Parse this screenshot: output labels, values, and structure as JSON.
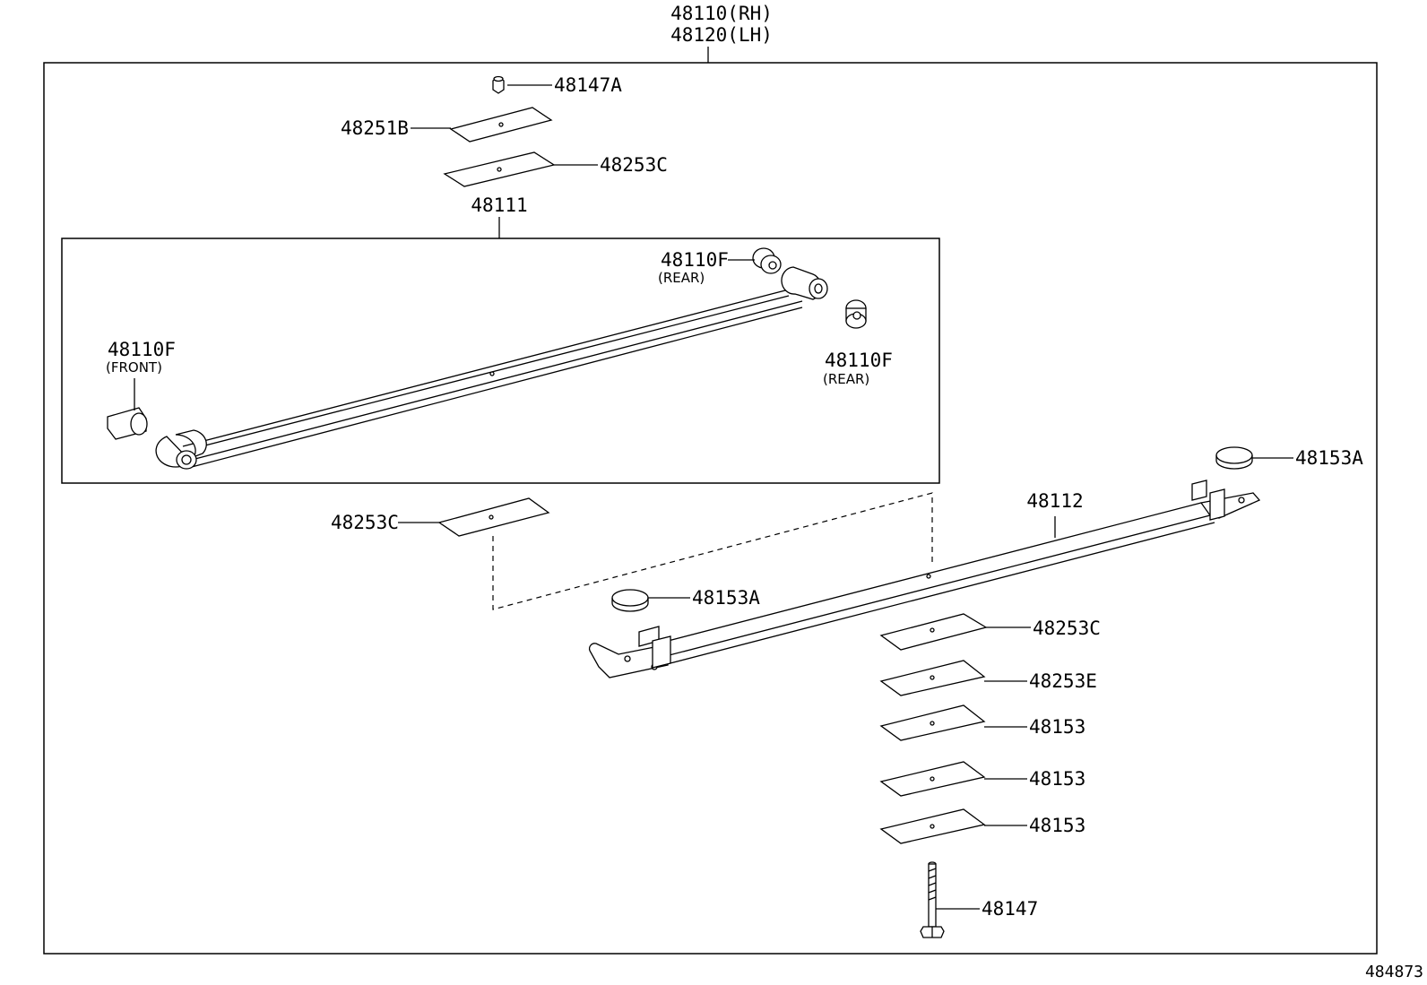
{
  "assembly": {
    "rh": "48110(RH)",
    "lh": "48120(LH)"
  },
  "labels": {
    "nut_top": "48147A",
    "plate_top": "48251B",
    "liner_top": "48253C",
    "leaf_main": "48111",
    "bush_rear_upper": "48110F",
    "bush_rear_upper_note": "(REAR)",
    "bush_rear_lower": "48110F",
    "bush_rear_lower_note": "(REAR)",
    "bush_front": "48110F",
    "bush_front_note": "(FRONT)",
    "liner_mid": "48253C",
    "leaf_second": "48112",
    "clip_right": "48153A",
    "clip_mid": "48153A",
    "liner_lower": "48253C",
    "liner_e": "48253E",
    "leaf_a": "48153",
    "leaf_b": "48153",
    "leaf_c": "48153",
    "bolt": "48147"
  },
  "figure_id": "484873"
}
